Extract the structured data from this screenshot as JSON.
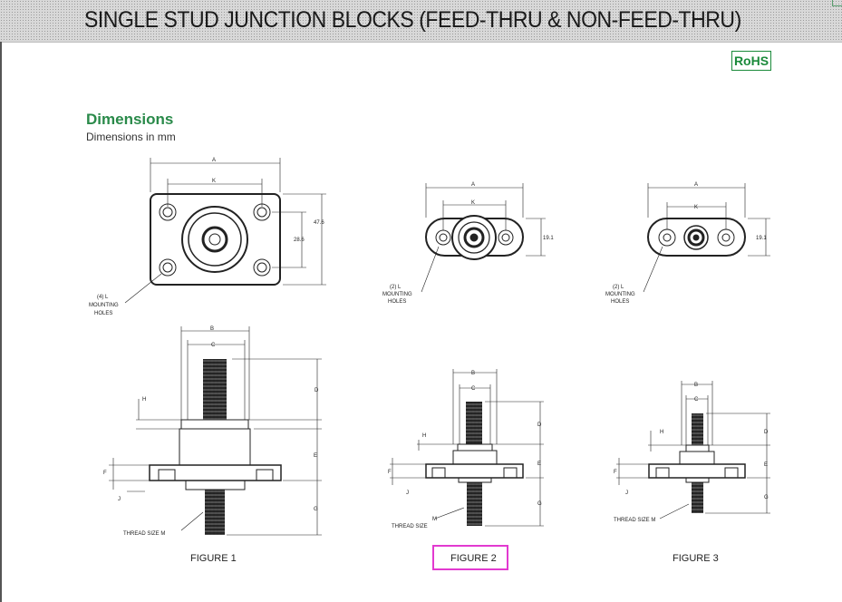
{
  "header": {
    "title": "SINGLE STUD JUNCTION BLOCKS (FEED-THRU & NON-FEED-THRU)"
  },
  "badge": {
    "rohs": "RoHS"
  },
  "section": {
    "title": "Dimensions",
    "subtitle": "Dimensions in mm"
  },
  "figure1": {
    "caption": "FIGURE 1",
    "dims": {
      "A": "A",
      "K": "K",
      "h1": "47.6",
      "h2": "28.6",
      "B": "B",
      "C": "C",
      "D": "D",
      "E": "E",
      "F": "F",
      "G": "G",
      "H": "H",
      "J": "J"
    },
    "holes": [
      "(4) L",
      "MOUNTING",
      "HOLES"
    ],
    "thread": "THREAD SIZE M"
  },
  "figure2": {
    "caption": "FIGURE 2",
    "dims": {
      "A": "A",
      "K": "K",
      "h": "19.1",
      "B": "B",
      "C": "C",
      "D": "D",
      "E": "E",
      "F": "F",
      "G": "G",
      "H": "H",
      "J": "J",
      "M": "M"
    },
    "holes": [
      "(2) L",
      "MOUNTING",
      "HOLES"
    ],
    "thread": "THREAD SIZE"
  },
  "figure3": {
    "caption": "FIGURE 3",
    "dims": {
      "A": "A",
      "K": "K",
      "h": "19.1",
      "B": "B",
      "C": "C",
      "D": "D",
      "E": "E",
      "F": "F",
      "G": "G",
      "H": "H",
      "J": "J"
    },
    "holes": [
      "(2) L",
      "MOUNTING",
      "HOLES"
    ],
    "thread": "THREAD SIZE M"
  }
}
